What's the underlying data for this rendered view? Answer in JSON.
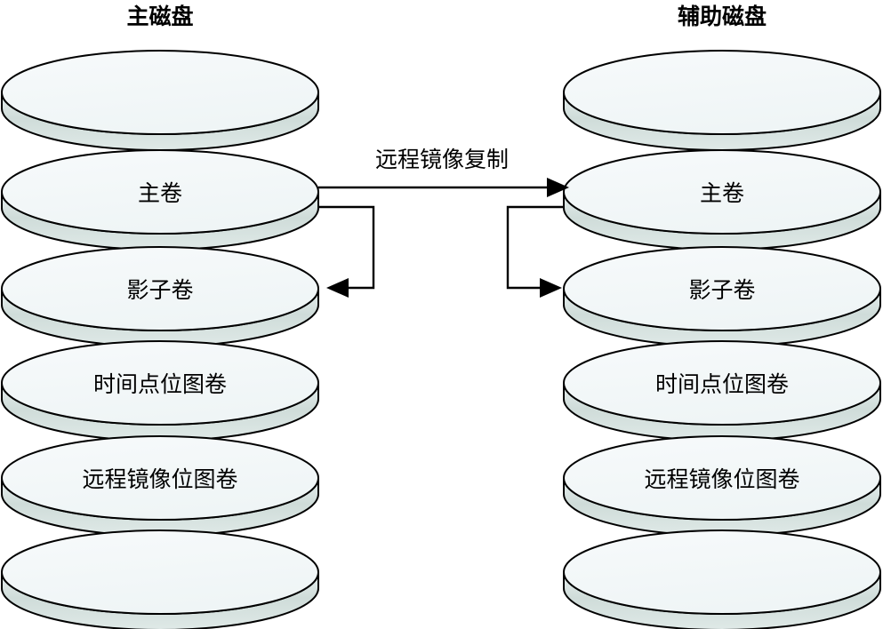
{
  "diagram": {
    "title_left": "主磁盘",
    "title_right": "辅助磁盘",
    "edge_label": "远程镜像复制",
    "colors": {
      "disk_fill": "#f2f6f8",
      "disk_rim": "#ccd9d6",
      "stroke": "#000000",
      "background": "#ffffff"
    },
    "stacks": [
      {
        "name": "primary-disk",
        "title": "主磁盘",
        "disks": [
          {
            "label": ""
          },
          {
            "label": "主卷"
          },
          {
            "label": "影子卷"
          },
          {
            "label": "时间点位图卷"
          },
          {
            "label": "远程镜像位图卷"
          },
          {
            "label": ""
          }
        ]
      },
      {
        "name": "secondary-disk",
        "title": "辅助磁盘",
        "disks": [
          {
            "label": ""
          },
          {
            "label": "主卷"
          },
          {
            "label": "影子卷"
          },
          {
            "label": "时间点位图卷"
          },
          {
            "label": "远程镜像位图卷"
          },
          {
            "label": ""
          }
        ]
      }
    ],
    "connections": [
      {
        "name": "remote-mirror-replication",
        "label": "远程镜像复制",
        "from": "primary.主卷",
        "to": "secondary.主卷",
        "direction": "right"
      },
      {
        "name": "primary-shadow-copy",
        "label": "",
        "from": "primary.主卷",
        "to": "primary.影子卷",
        "direction": "left"
      },
      {
        "name": "secondary-shadow-copy",
        "label": "",
        "from": "secondary.主卷",
        "to": "secondary.影子卷",
        "direction": "right"
      }
    ]
  }
}
